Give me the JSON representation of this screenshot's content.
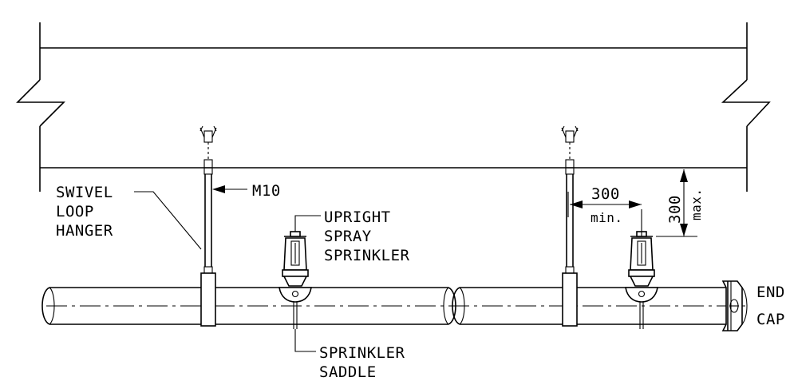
{
  "labels": {
    "swivel_line1": "SWIVEL",
    "swivel_line2": "LOOP",
    "swivel_line3": "HANGER",
    "rod": "M10",
    "sprinkler_line1": "UPRIGHT",
    "sprinkler_line2": "SPRAY",
    "sprinkler_line3": "SPRINKLER",
    "saddle_line1": "SPRINKLER",
    "saddle_line2": "SADDLE",
    "endcap_line1": "END",
    "endcap_line2": "CAP"
  },
  "dimensions": {
    "horizontal_value": "300",
    "horizontal_qualifier": "min.",
    "vertical_value": "300",
    "vertical_qualifier": "max."
  }
}
